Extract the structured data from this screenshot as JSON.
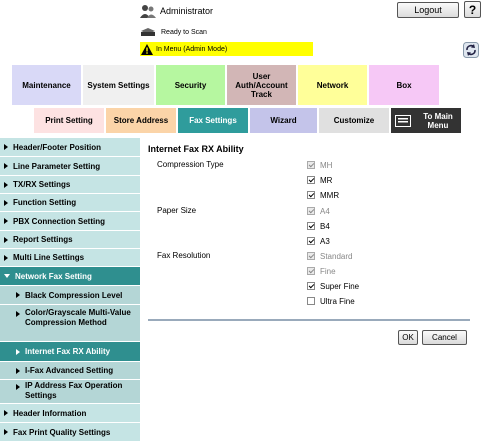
{
  "header": {
    "user": "Administrator",
    "logout_label": "Logout",
    "help_label": "?",
    "status": "Ready to Scan",
    "mode": "In Menu (Admin Mode)"
  },
  "top_tabs": [
    {
      "label": "Maintenance",
      "color": "#d9d9f7"
    },
    {
      "label": "System Settings",
      "color": "#f0f0f0"
    },
    {
      "label": "Security",
      "color": "#b6f7a0"
    },
    {
      "label": "User Auth/Account Track",
      "color": "#d2b6b6"
    },
    {
      "label": "Network",
      "color": "#ffff99"
    },
    {
      "label": "Box",
      "color": "#f6c8f6"
    }
  ],
  "sub_tabs": [
    {
      "label": "Print Setting",
      "color": "#fde2e2"
    },
    {
      "label": "Store Address",
      "color": "#fbd4a8"
    },
    {
      "label": "Fax Settings",
      "color": "#2f9c9c"
    },
    {
      "label": "Wizard",
      "color": "#c4c4ea"
    },
    {
      "label": "Customize",
      "color": "#e0e0e0"
    },
    {
      "label": "To Main Menu",
      "color": "#333333"
    }
  ],
  "sidebar": {
    "items": [
      {
        "label": "Header/Footer Position"
      },
      {
        "label": "Line Parameter Setting"
      },
      {
        "label": "TX/RX Settings"
      },
      {
        "label": "Function Setting"
      },
      {
        "label": "PBX Connection Setting"
      },
      {
        "label": "Report Settings"
      },
      {
        "label": "Multi Line Settings"
      },
      {
        "label": "Network Fax Setting"
      },
      {
        "label": "Black Compression Level"
      },
      {
        "label": "Color/Grayscale Multi-Value Compression Method"
      },
      {
        "label": "Internet Fax RX Ability"
      },
      {
        "label": "I-Fax Advanced Setting"
      },
      {
        "label": "IP Address Fax Operation Settings"
      },
      {
        "label": "Header Information"
      },
      {
        "label": "Fax Print Quality Settings"
      }
    ]
  },
  "main": {
    "title": "Internet Fax RX Ability",
    "groups": [
      {
        "label": "Compression Type",
        "options": [
          {
            "label": "MH",
            "checked": true,
            "disabled": true
          },
          {
            "label": "MR",
            "checked": true,
            "disabled": false
          },
          {
            "label": "MMR",
            "checked": true,
            "disabled": false
          }
        ]
      },
      {
        "label": "Paper Size",
        "options": [
          {
            "label": "A4",
            "checked": true,
            "disabled": true
          },
          {
            "label": "B4",
            "checked": true,
            "disabled": false
          },
          {
            "label": "A3",
            "checked": true,
            "disabled": false
          }
        ]
      },
      {
        "label": "Fax Resolution",
        "options": [
          {
            "label": "Standard",
            "checked": true,
            "disabled": true
          },
          {
            "label": "Fine",
            "checked": true,
            "disabled": true
          },
          {
            "label": "Super Fine",
            "checked": true,
            "disabled": false
          },
          {
            "label": "Ultra Fine",
            "checked": false,
            "disabled": false
          }
        ]
      }
    ],
    "ok_label": "OK",
    "cancel_label": "Cancel"
  }
}
